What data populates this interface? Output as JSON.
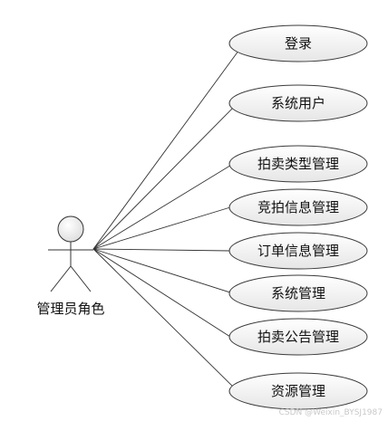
{
  "actor": {
    "name": "管理员角色"
  },
  "use_cases": [
    {
      "id": "login",
      "label": "登录"
    },
    {
      "id": "system-users",
      "label": "系统用户"
    },
    {
      "id": "auction-type-management",
      "label": "拍卖类型管理"
    },
    {
      "id": "bidding-info-management",
      "label": "竞拍信息管理"
    },
    {
      "id": "order-info-management",
      "label": "订单信息管理"
    },
    {
      "id": "system-management",
      "label": "系统管理"
    },
    {
      "id": "auction-notice-management",
      "label": "拍卖公告管理"
    },
    {
      "id": "resource-management",
      "label": "资源管理"
    }
  ],
  "watermark": "CSDN @Weixin_BYSJ1987",
  "colors": {
    "line": "#333333",
    "use_case_fill_top": "#ffffff",
    "use_case_fill_bottom": "#e9e9e9",
    "text": "#111111",
    "watermark": "#c8c8c8"
  }
}
